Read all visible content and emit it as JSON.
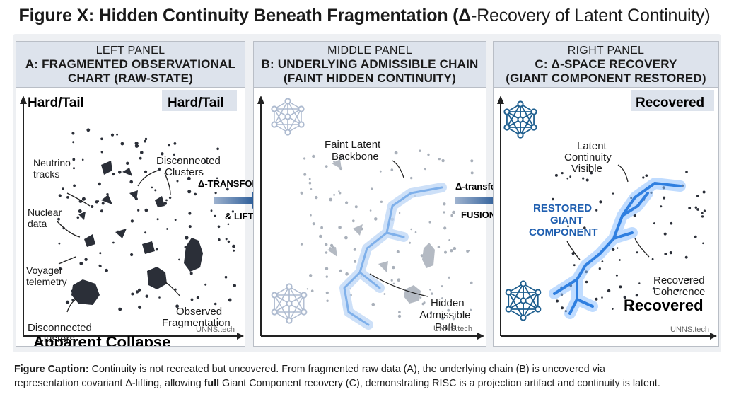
{
  "title": {
    "bold": "Figure X: Hidden Continuity Beneath Fragmentation",
    "open": "(",
    "delta": "Δ",
    "rest": "-Recovery of Latent Continuity)"
  },
  "left": {
    "label": "LEFT PANEL",
    "heading1": "A: FRAGMENTED OBSERVATIONAL",
    "heading2": "CHART (RAW-STATE)",
    "hard_tail_left": "Hard/Tail",
    "hard_tail_right": "Hard/Tail",
    "neutrino": [
      "Neutrino",
      "tracks"
    ],
    "nuclear": [
      "Nuclear",
      "data"
    ],
    "voyager": [
      "Voyager",
      "telemetry"
    ],
    "disc_top": [
      "Disconnected",
      "Clusters"
    ],
    "disc_bottom": [
      "Disconnected",
      "Clusters"
    ],
    "observed": [
      "Observed",
      "Fragmentation"
    ],
    "collapse": "Apparent Collapse",
    "watermark": "UNNS.tech"
  },
  "arrow1": {
    "top": "Δ-TRANSFORMATION",
    "bottom": "& LIFTING"
  },
  "middle": {
    "label": "MIDDLE PANEL",
    "heading1": "B: UNDERLYING ADMISSIBLE CHAIN",
    "heading2": "(FAINT HIDDEN CONTINUITY)",
    "backbone": [
      "Faint Latent",
      "Backbone"
    ],
    "hidden": [
      "Hidden",
      "Admissible",
      "Path"
    ],
    "watermark": "UNNS.tech"
  },
  "arrow2": {
    "top": "Δ-transform",
    "bottom": "FUSION"
  },
  "right": {
    "label": "RIGHT PANEL",
    "heading1": "C: Δ-SPACE RECOVERY",
    "heading2": "(GIANT COMPONENT RESTORED)",
    "badge": "Recovered",
    "latent": [
      "Latent",
      "Continuity",
      "Visible"
    ],
    "restored": [
      "RESTORED",
      "GIANT",
      "COMPONENT"
    ],
    "coherence": [
      "Recovered",
      "Coherence"
    ],
    "recovered_bottom": "Recovered",
    "watermark": "UNNS.tech"
  },
  "caption": {
    "label": "Figure Caption:",
    "text1": " Continuity is not recreated but uncovered. From fragmented raw data (A), the underlying chain (B) is uncovered via",
    "text2a": "representation covariant Δ-lifting, allowing ",
    "text2b": "full",
    "text2c": " Giant Component recovery (C), demonstrating RISC is a projection artifact and continuity is latent."
  },
  "colors": {
    "panel_header": "#dde3ec",
    "dots": "#2b2f38",
    "faint": "#a9b0ba",
    "glow": "#2f7fe0",
    "network": "#1f5f8f"
  },
  "icons": [
    "network-icon",
    "arrow-right-icon"
  ]
}
